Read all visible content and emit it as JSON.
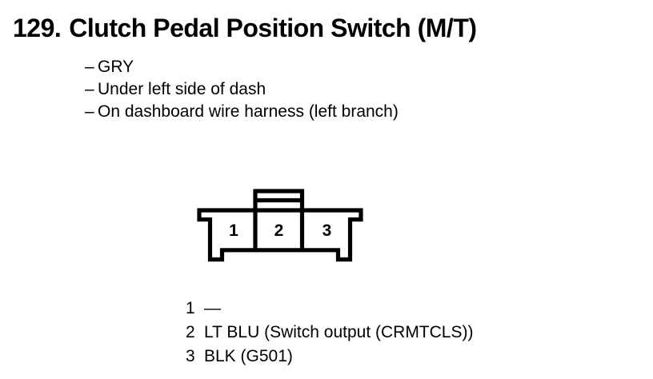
{
  "colors": {
    "ink": "#000000",
    "paper": "#ffffff"
  },
  "header": {
    "section_number": "129.",
    "title": "Clutch Pedal Position Switch (M/T)"
  },
  "details": {
    "marker": "–",
    "items": [
      "GRY",
      "Under left side of dash",
      "On dashboard wire harness (left branch)"
    ]
  },
  "connector": {
    "description": "3-cavity connector front view with center lock tab",
    "cavity_labels": [
      "1",
      "2",
      "3"
    ]
  },
  "pinout": [
    {
      "pin": "1",
      "wire": "—"
    },
    {
      "pin": "2",
      "wire": "LT BLU (Switch output (CRMTCLS))"
    },
    {
      "pin": "3",
      "wire": "BLK (G501)"
    }
  ]
}
